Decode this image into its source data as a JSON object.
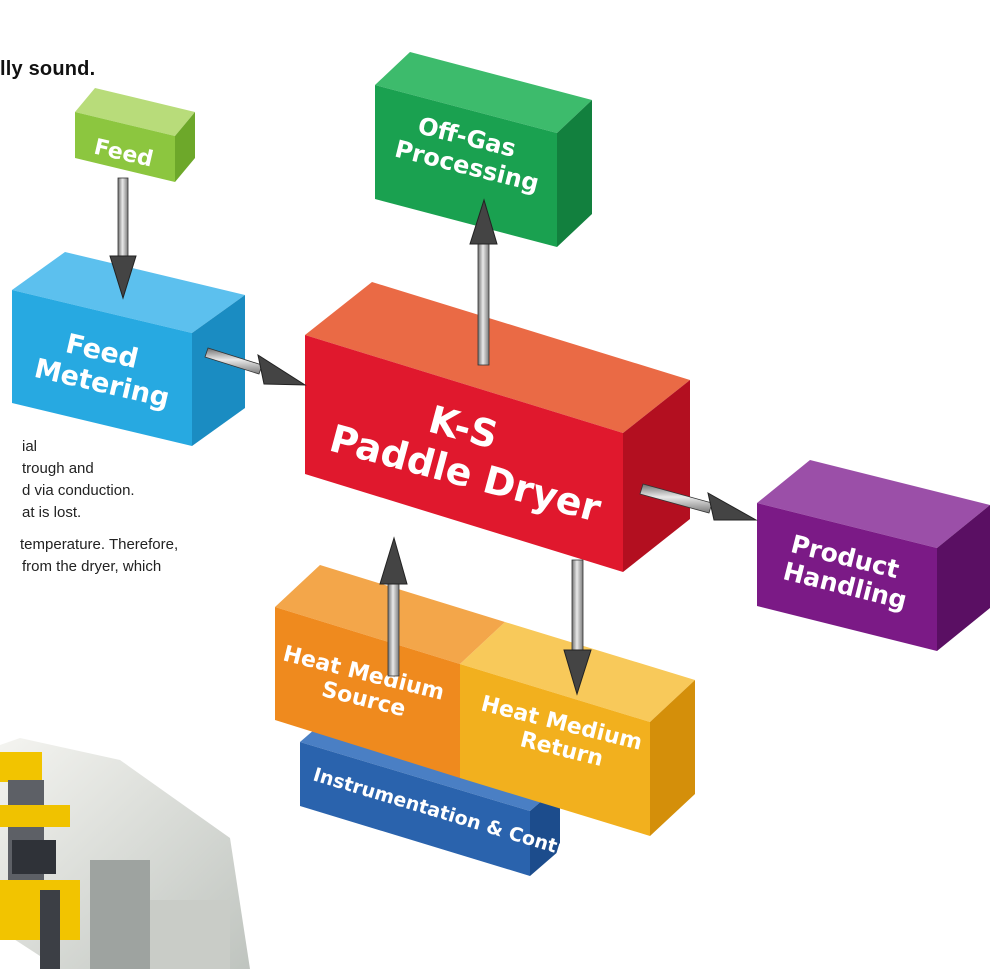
{
  "headline": "lly sound.",
  "body_text": {
    "lines": [
      "ial",
      "trough and",
      "d via conduction.",
      "at is lost."
    ],
    "lines2": [
      "temperature. Therefore,",
      "from the dryer, which"
    ]
  },
  "blocks": {
    "feed": "Feed",
    "off_gas": [
      "Off-Gas",
      "Processing"
    ],
    "feed_metering": [
      "Feed",
      "Metering"
    ],
    "dryer": [
      "K-S",
      "Paddle Dryer"
    ],
    "product_handling": [
      "Product",
      "Handling"
    ],
    "heat_source": [
      "Heat Medium",
      "Source"
    ],
    "heat_return": [
      "Heat Medium",
      "Return"
    ],
    "instrumentation": "Instrumentation & Controls"
  },
  "colors": {
    "feed": "#8cc63f",
    "off_gas": "#1aa150",
    "feed_metering": "#27a9e1",
    "dryer": "#e0182d",
    "product_handling": "#7b1a86",
    "heat_source": "#ef8a1e",
    "heat_return": "#f2b01e",
    "instrumentation": "#2a63ad",
    "arrow": "#555555"
  }
}
